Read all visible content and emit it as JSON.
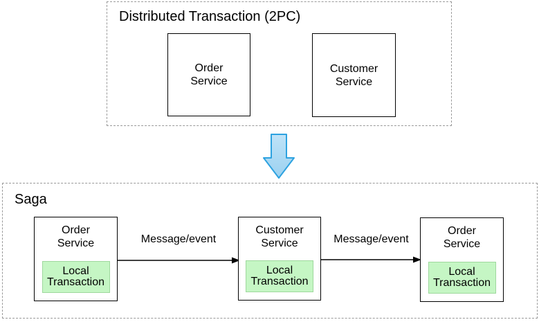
{
  "colors": {
    "background": "#ffffff",
    "group_border_dashed": "#999999",
    "node_border": "#000000",
    "text": "#000000",
    "local_transaction_fill": "#c5f6c4",
    "down_arrow_fill_light": "#bfe3f8",
    "down_arrow_fill_dark": "#9bd1f0",
    "down_arrow_stroke": "#2da2e0",
    "message_arrow_color": "#000000"
  },
  "top_group": {
    "title": "Distributed Transaction (2PC)",
    "nodes": [
      {
        "label": "Order\nService"
      },
      {
        "label": "Customer\nService"
      }
    ]
  },
  "down_arrow": {
    "meaning": "transforms-into"
  },
  "bottom_group": {
    "title": "Saga",
    "nodes": [
      {
        "label": "Order\nService",
        "local_label": "Local\nTransaction"
      },
      {
        "label": "Customer\nService",
        "local_label": "Local\nTransaction"
      },
      {
        "label": "Order\nService",
        "local_label": "Local\nTransaction"
      }
    ],
    "arrows": [
      {
        "label": "Message/event"
      },
      {
        "label": "Message/event"
      }
    ]
  }
}
